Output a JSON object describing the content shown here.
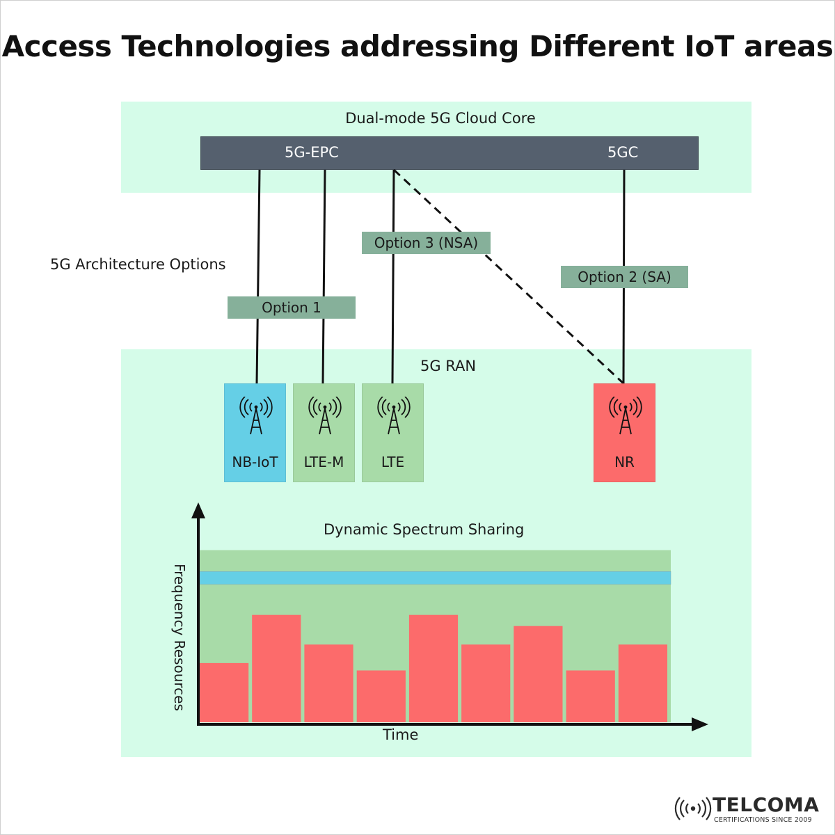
{
  "title": "Access Technologies addressing  Different IoT areas",
  "core": {
    "label": "Dual-mode 5G Cloud Core",
    "epc": "5G-EPC",
    "gc": "5GC"
  },
  "architecture_label": "5G Architecture Options",
  "options": {
    "option1": "Option 1",
    "option3": "Option 3 (NSA)",
    "option2": "Option 2 (SA)"
  },
  "ran": {
    "label": "5G RAN",
    "nodes": [
      {
        "label": "NB-IoT",
        "color": "#65cfe6",
        "icon": "antenna-icon"
      },
      {
        "label": "LTE-M",
        "color": "#a8dba8",
        "icon": "antenna-icon"
      },
      {
        "label": "LTE",
        "color": "#a8dba8",
        "icon": "antenna-icon"
      },
      {
        "label": "NR",
        "color": "#fc6b6b",
        "icon": "antenna-icon"
      }
    ]
  },
  "chart_data": {
    "type": "bar",
    "title": "Dynamic Spectrum Sharing",
    "xlabel": "Time",
    "ylabel": "Frequency Resources",
    "values": [
      32,
      58,
      42,
      28,
      58,
      42,
      52,
      28,
      42
    ],
    "ylim": [
      0,
      93
    ],
    "bands": [
      {
        "role": "LTE",
        "from": 0,
        "to": 93,
        "color": "#a8dba8"
      },
      {
        "role": "NB-IoT",
        "from": 74.5,
        "to": 81.5,
        "color": "#65cfe6"
      }
    ],
    "bar_color": "#fc6b6b"
  },
  "logo": {
    "name": "TELCOMA",
    "tagline": "CERTIFICATIONS SINCE 2009"
  },
  "colors": {
    "panel": "#d5fce9",
    "core_bar": "#55606e",
    "option_box": "#86b09a"
  }
}
